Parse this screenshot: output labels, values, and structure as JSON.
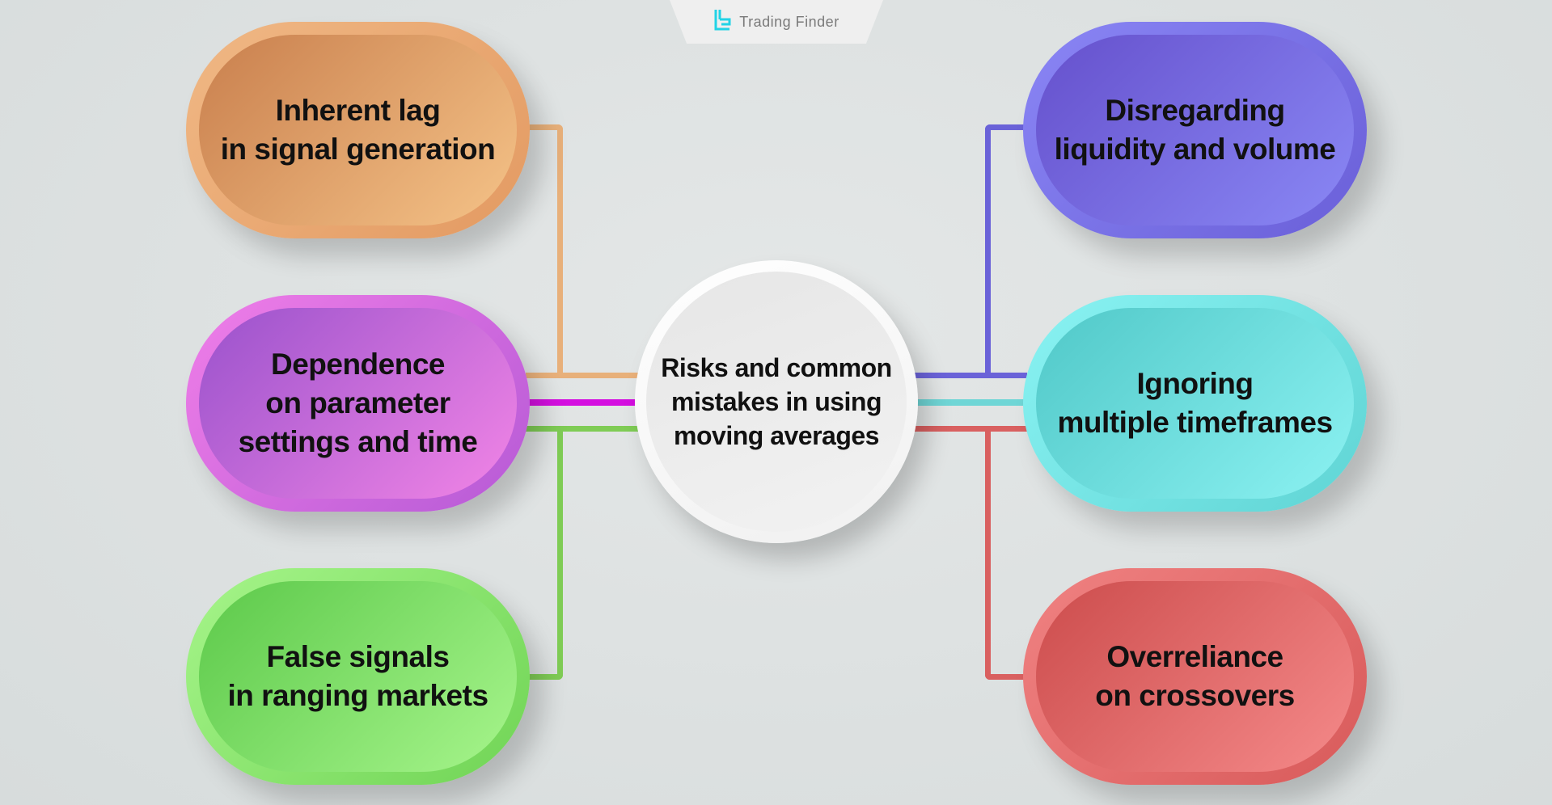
{
  "brand": {
    "name": "Trading Finder",
    "icon": "trading-finder-logo-icon",
    "color": "#22d3e6"
  },
  "center": {
    "title": "Risks and common mistakes in using moving averages",
    "lines": [
      "Risks and common",
      "mistakes in using",
      "moving averages"
    ]
  },
  "items": [
    {
      "lines": [
        "Inherent lag",
        "in signal generation"
      ],
      "color": "#e8a86f"
    },
    {
      "lines": [
        "Dependence",
        "on parameter",
        "settings and time"
      ],
      "color": "#d76fe0"
    },
    {
      "lines": [
        "False signals",
        "in ranging markets"
      ],
      "color": "#8ee86a"
    },
    {
      "lines": [
        "Disregarding",
        "liquidity and volume"
      ],
      "color": "#7a72e8"
    },
    {
      "lines": [
        "Ignoring",
        "multiple timeframes"
      ],
      "color": "#6fe0e0"
    },
    {
      "lines": [
        "Overreliance",
        "on crossovers"
      ],
      "color": "#e86a6a"
    }
  ]
}
